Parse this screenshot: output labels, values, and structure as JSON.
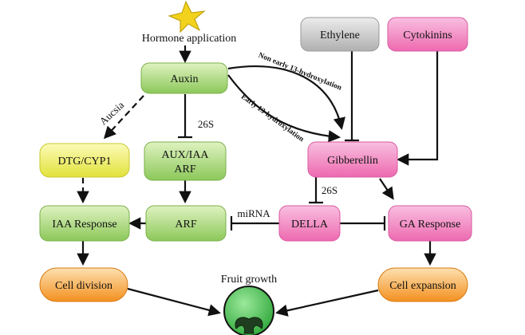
{
  "nodes": {
    "hormone_application": "Hormone application",
    "auxin": "Auxin",
    "ethylene": "Ethylene",
    "cytokinins": "Cytokinins",
    "gibberellin": "Gibberellin",
    "dtg_cyp1": "DTG/CYP1",
    "aux_iaa_line1": "AUX/IAA",
    "aux_iaa_line2": "ARF",
    "iaa_response": "IAA Response",
    "arf": "ARF",
    "della": "DELLA",
    "ga_response": "GA Response",
    "cell_division": "Cell division",
    "cell_expansion": "Cell expansion",
    "fruit_growth": "Fruit growth"
  },
  "edge_labels": {
    "aucsia": "Aucsia",
    "auxin_26s": "26S",
    "gibberellin_26s": "26S",
    "mirna": "miRNA",
    "non_early": "Non early 13-hydroxylation",
    "early": "Early 13-hydroxylation"
  },
  "colors": {
    "green_fill": "#a8d870",
    "yellow_fill": "#f0f060",
    "pink_fill": "#f088c0",
    "gray_fill": "#c8c8c8",
    "orange_fill": "#f5a040",
    "fruit_fill": "#5cc85c"
  }
}
